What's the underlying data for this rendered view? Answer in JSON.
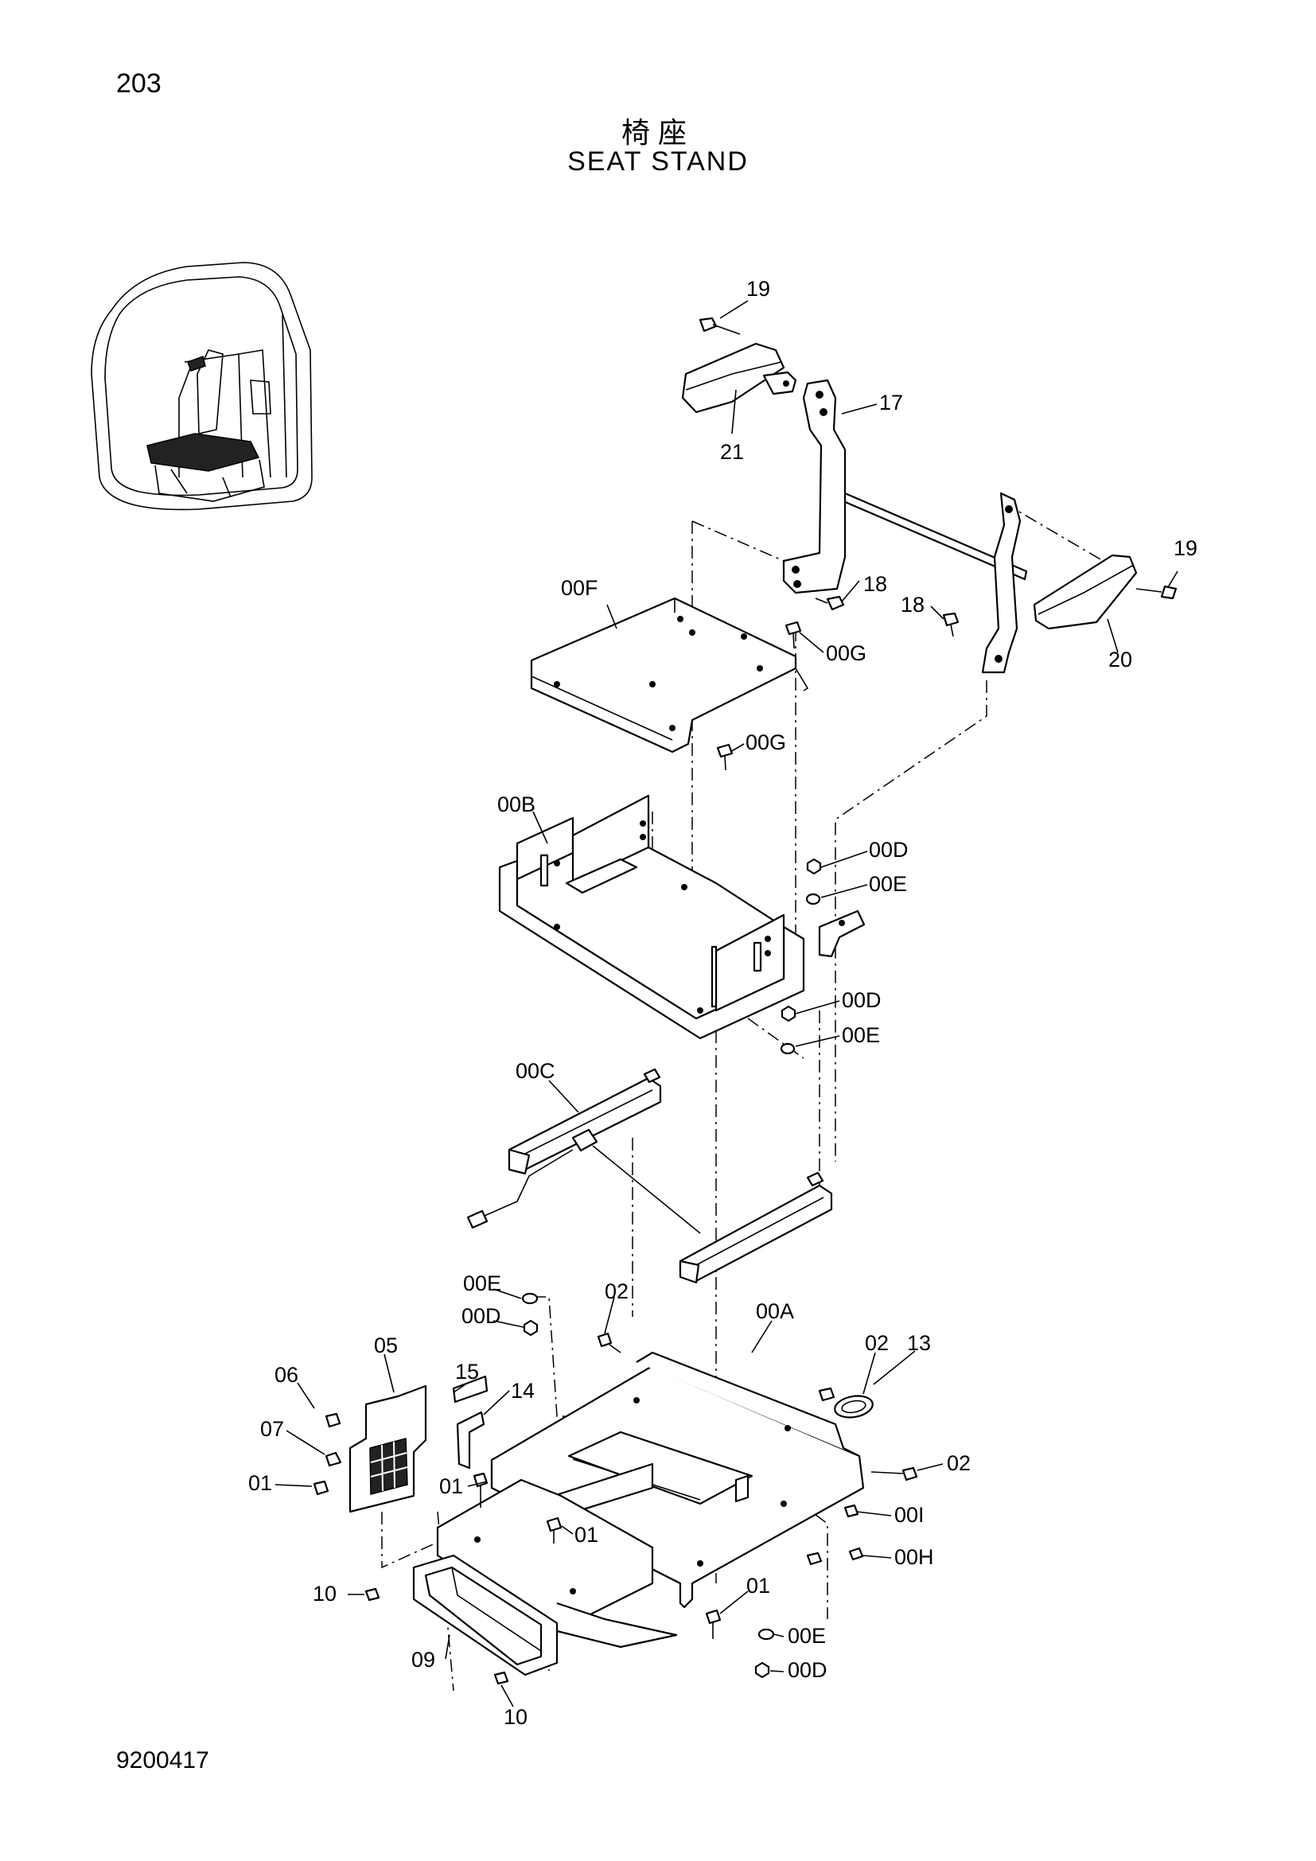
{
  "page_number": "203",
  "title_jp": "椅座",
  "title_en": "SEAT STAND",
  "figure_number": "9200417",
  "callouts": {
    "p19_top": "19",
    "p17": "17",
    "p21": "21",
    "p19_right": "19",
    "p18_a": "18",
    "p18_b": "18",
    "p20": "20",
    "p00F": "00F",
    "p00G_a": "00G",
    "p00G_b": "00G",
    "p00B": "00B",
    "p00D_a": "00D",
    "p00E_a": "00E",
    "p00D_b": "00D",
    "p00E_b": "00E",
    "p00C": "00C",
    "p00E_c": "00E",
    "p00D_c": "00D",
    "p02_a": "02",
    "p00A": "00A",
    "p05": "05",
    "p15": "15",
    "p14": "14",
    "p06": "06",
    "p07": "07",
    "p02_b": "02",
    "p13": "13",
    "p02_c": "02",
    "p01_a": "01",
    "p01_b": "01",
    "p01_c": "01",
    "p00I": "00I",
    "p00H": "00H",
    "p10_a": "10",
    "p01_d": "01",
    "p09": "09",
    "p00E_d": "00E",
    "p00D_d": "00D",
    "p10_b": "10"
  }
}
